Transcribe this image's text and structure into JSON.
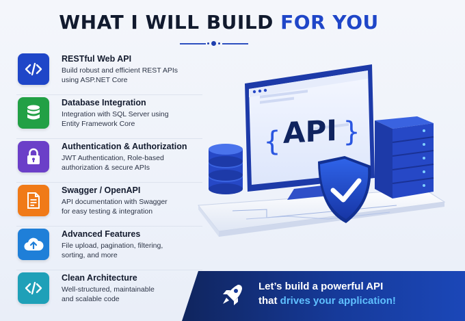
{
  "header": {
    "title_part1": "WHAT I WILL BUILD",
    "title_part2": "FOR YOU"
  },
  "features": [
    {
      "title": "RESTful Web API",
      "desc1": "Build robust and efficient REST APIs",
      "desc2": "using ASP.NET Core",
      "icon": "code-icon",
      "color": "#1f46c8"
    },
    {
      "title": "Database Integration",
      "desc1": "Integration with SQL Server using",
      "desc2": "Entity Framework Core",
      "icon": "database-icon",
      "color": "#22a045"
    },
    {
      "title": "Authentication & Authorization",
      "desc1": "JWT Authentication, Role-based",
      "desc2": "authorization & secure APIs",
      "icon": "lock-icon",
      "color": "#6b3fc8"
    },
    {
      "title": "Swagger / OpenAPI",
      "desc1": "API documentation with Swagger",
      "desc2": "for easy testing & integration",
      "icon": "document-icon",
      "color": "#f07a18"
    },
    {
      "title": "Advanced Features",
      "desc1": "File upload, pagination, filtering,",
      "desc2": "sorting, and more",
      "icon": "cloud-upload-icon",
      "color": "#1f7fd8"
    },
    {
      "title": "Clean Architecture",
      "desc1": "Well-structured, maintainable",
      "desc2": "and scalable code",
      "icon": "code-icon",
      "color": "#1fa0b8"
    }
  ],
  "illustration": {
    "screen_text": "API",
    "brace_open": "{",
    "brace_close": "}"
  },
  "banner": {
    "line1": "Let’s build a powerful API",
    "line2_plain": "that",
    "line2_highlight": "drives your application!",
    "icon": "rocket-icon"
  }
}
